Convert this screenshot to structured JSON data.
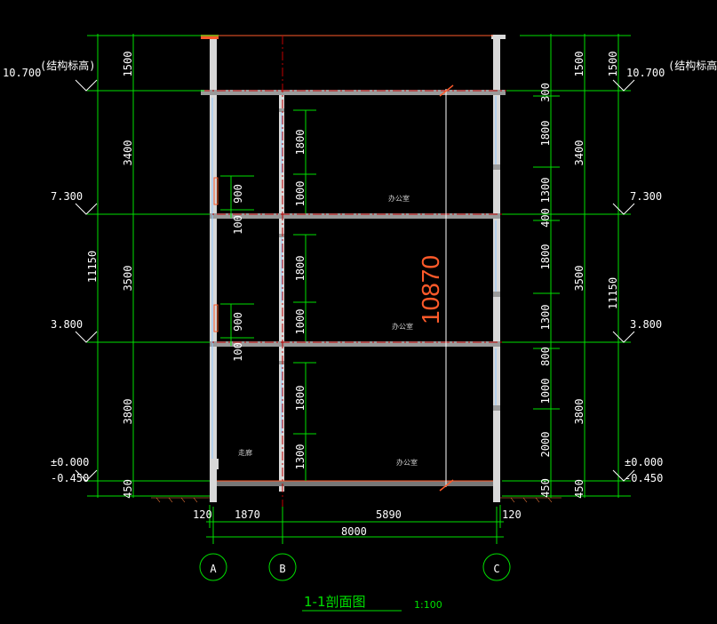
{
  "drawing": {
    "title": "1-1剖面图",
    "scale": "1:100",
    "overall_height": "10870",
    "struct_note": "(结构标高)"
  },
  "levels": {
    "roof": "10.700",
    "floor3": "7.300",
    "floor2": "3.800",
    "ground": "±0.000",
    "outdoor": "-0.450"
  },
  "left_dims": {
    "parapet": "1500",
    "story3": "3400",
    "story2": "3500",
    "story1": "3800",
    "base": "450",
    "total": "11150"
  },
  "right_dims": {
    "parapet": "1500",
    "story3": "3400",
    "story2": "3500",
    "story1": "3800",
    "base": "450",
    "total": "11150",
    "inner": [
      "300",
      "1800",
      "1300",
      "400",
      "1800",
      "1300",
      "800",
      "1000",
      "2000",
      "450"
    ]
  },
  "inner_dims": {
    "left_window": [
      "900",
      "100",
      "900",
      "100"
    ],
    "center_window": [
      "1800",
      "1000",
      "1800",
      "1000",
      "1800",
      "1300"
    ]
  },
  "room_labels": {
    "office3": "办公室",
    "office2": "办公室",
    "office1": "办公室",
    "corridor": "走廊"
  },
  "plan_dims": {
    "segments": [
      "120",
      "1870",
      "5890",
      "120"
    ],
    "total": "8000"
  },
  "grid_axes": [
    "A",
    "B",
    "C"
  ],
  "colors": {
    "dimension": "#00e000",
    "axis": "#c00000",
    "text": "#ffffff",
    "accent": "#ff5a2a"
  }
}
